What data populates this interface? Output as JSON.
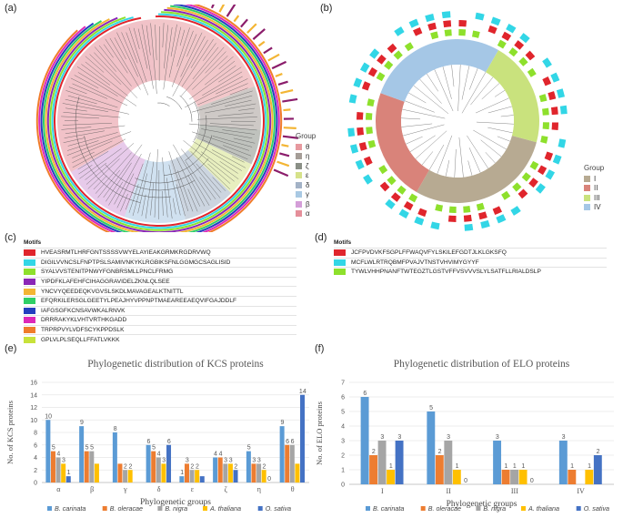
{
  "panels": {
    "a": "(a)",
    "b": "(b)",
    "c": "(c)",
    "d": "(d)",
    "e": "(e)",
    "f": "(f)"
  },
  "legend_a": {
    "title": "Group",
    "items": [
      {
        "label": "θ",
        "color": "#e7999f"
      },
      {
        "label": "η",
        "color": "#a59d97"
      },
      {
        "label": "ζ",
        "color": "#8a8f86"
      },
      {
        "label": "ε",
        "color": "#d6e28a"
      },
      {
        "label": "δ",
        "color": "#a3b2c6"
      },
      {
        "label": "γ",
        "color": "#a9c9e3"
      },
      {
        "label": "β",
        "color": "#d49ed8"
      },
      {
        "label": "α",
        "color": "#e58f9a"
      }
    ]
  },
  "legend_b": {
    "title": "Group",
    "items": [
      {
        "label": "I",
        "color": "#b7aa92"
      },
      {
        "label": "II",
        "color": "#d9837a"
      },
      {
        "label": "III",
        "color": "#c9e27d"
      },
      {
        "label": "IV",
        "color": "#a5c7e6"
      }
    ]
  },
  "motifs_c": {
    "title": "Motifs",
    "items": [
      {
        "seq": "HVEASRMTLHRFGNTSSSSVWYELAYIEAKGRMKRGDRVWQ",
        "color": "#e0252c"
      },
      {
        "seq": "DIGILVVNCSLFNPTPSLSAMIVNKYKLRGBIKSFNLGGMGCSAGLISID",
        "color": "#32d6e6"
      },
      {
        "seq": "SYALVVSTENITPNWYFGNBRSMLLPNCLFRMG",
        "color": "#8ee02c"
      },
      {
        "seq": "YIPDFKLAFEHFCIHAGGRAVIDELZKNLQLSEE",
        "color": "#8b27b7"
      },
      {
        "seq": "YNCVYQEEDEQKVGVSLSKDLMAVAGEALKTNITTL",
        "color": "#f3b534"
      },
      {
        "seq": "EFQRKILERSGLGEETYLPEAJHYVPPNPTMAEAREEAEQVIFGAJDDLF",
        "color": "#2fcf66"
      },
      {
        "seq": "IAFGSGFKCNSAVWKALRNVK",
        "color": "#243fbf"
      },
      {
        "seq": "DRRRAKYKLVHTVRTHKGADD",
        "color": "#de28b8"
      },
      {
        "seq": "TRPRPVYLVDFSCYKPPDSLK",
        "color": "#f07c2a"
      },
      {
        "seq": "GPLVLPLSEQLLFFATLVKKK",
        "color": "#c8e23a"
      }
    ]
  },
  "motifs_d": {
    "title": "Motifs",
    "items": [
      {
        "seq": "JCFPVDVKFSGPLFFWAQVFYLSKILEFGDTJLKLGKSFQ",
        "color": "#e0252c"
      },
      {
        "seq": "MCFLWLRTRQBMFPVAJVTNSTVHVIMYGYYF",
        "color": "#32d6e6"
      },
      {
        "seq": "TYWLVHHPNANFTWTEGZTLGSTVFFVSVVVSLYLSATFLLRIALDSLP",
        "color": "#8ee02c"
      }
    ]
  },
  "chart_data": [
    {
      "type": "bar",
      "title": "Phylogenetic distribution of KCS proteins",
      "xlabel": "Phylogenetic groups",
      "ylabel": "No. of KCS proteins",
      "categories": [
        "α",
        "β",
        "γ",
        "δ",
        "ε",
        "ζ",
        "η",
        "θ"
      ],
      "ylim": [
        0,
        16
      ],
      "yticks": [
        0,
        2,
        4,
        6,
        8,
        10,
        12,
        14,
        16
      ],
      "series": [
        {
          "name": "B. carinata",
          "color": "#5b9bd5",
          "values": [
            10,
            9,
            8,
            6,
            1,
            4,
            5,
            9
          ]
        },
        {
          "name": "B. oleracae",
          "color": "#ed7d31",
          "values": [
            5,
            5,
            3,
            5,
            3,
            4,
            3,
            6
          ]
        },
        {
          "name": "B. nigra",
          "color": "#a5a5a5",
          "values": [
            4,
            5,
            2,
            4,
            2,
            3,
            3,
            6
          ]
        },
        {
          "name": "A. thaliana",
          "color": "#ffc000",
          "values": [
            3,
            3,
            2,
            3,
            2,
            3,
            2,
            3
          ]
        },
        {
          "name": "O. sativa",
          "color": "#4472c4",
          "values": [
            1,
            0,
            0,
            6,
            1,
            2,
            0,
            14
          ]
        }
      ],
      "data_labels": [
        [
          "10",
          "5",
          "4",
          "3",
          "1"
        ],
        [
          "9",
          "5",
          "5",
          "",
          ""
        ],
        [
          "8",
          "",
          "2",
          "2",
          ""
        ],
        [
          "6",
          "5",
          "4",
          "3",
          "6"
        ],
        [
          "1",
          "3",
          "2",
          "2",
          ""
        ],
        [
          "4",
          "4",
          "3",
          "3",
          "2"
        ],
        [
          "5",
          "3",
          "3",
          "2",
          "0"
        ],
        [
          "9",
          "6",
          "6",
          "",
          "14"
        ]
      ]
    },
    {
      "type": "bar",
      "title": "Phylogenetic distribution of ELO proteins",
      "xlabel": "Phylogenetic groups",
      "ylabel": "No. of ELO proteins",
      "categories": [
        "I",
        "II",
        "III",
        "IV"
      ],
      "ylim": [
        0,
        7
      ],
      "yticks": [
        0,
        1,
        2,
        3,
        4,
        5,
        6,
        7
      ],
      "series": [
        {
          "name": "B. carinata",
          "color": "#5b9bd5",
          "values": [
            6,
            5,
            3,
            3
          ]
        },
        {
          "name": "B. oleracae",
          "color": "#ed7d31",
          "values": [
            2,
            2,
            1,
            1
          ]
        },
        {
          "name": "B. nigra",
          "color": "#a5a5a5",
          "values": [
            3,
            3,
            1,
            0
          ]
        },
        {
          "name": "A. thaliana",
          "color": "#ffc000",
          "values": [
            1,
            1,
            1,
            1
          ]
        },
        {
          "name": "O. sativa",
          "color": "#4472c4",
          "values": [
            3,
            0,
            0,
            2
          ]
        }
      ],
      "data_labels": [
        [
          "6",
          "2",
          "3",
          "1",
          "3"
        ],
        [
          "5",
          "2",
          "3",
          "1",
          "0"
        ],
        [
          "3",
          "1",
          "1",
          "1",
          "0"
        ],
        [
          "3",
          "1",
          "",
          "1",
          "2"
        ]
      ]
    }
  ]
}
